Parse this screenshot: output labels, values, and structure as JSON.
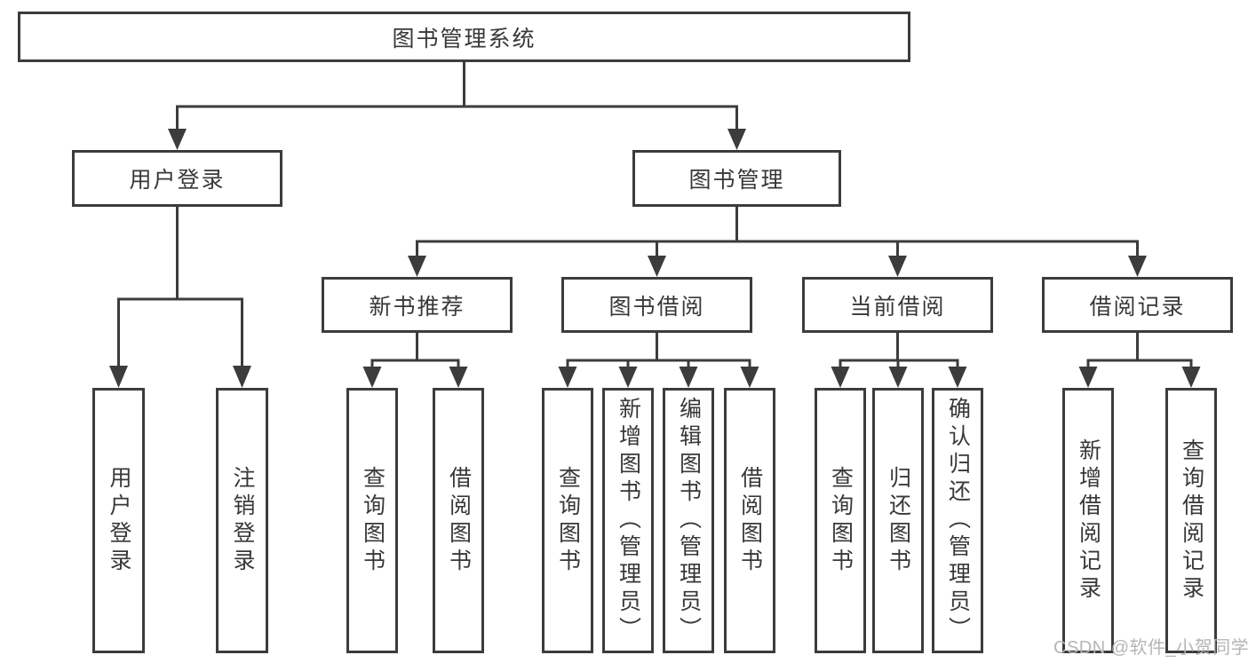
{
  "diagram": {
    "root": "图书管理系统",
    "branches": [
      {
        "label": "用户登录",
        "leaves": [
          "用户登录",
          "注销登录"
        ]
      },
      {
        "label": "图书管理",
        "groups": [
          {
            "label": "新书推荐",
            "leaves": [
              "查询图书",
              "借阅图书"
            ]
          },
          {
            "label": "图书借阅",
            "leaves": [
              "查询图书",
              "新增图书（管理员）",
              "编辑图书（管理员）",
              "借阅图书"
            ]
          },
          {
            "label": "当前借阅",
            "leaves": [
              "查询图书",
              "归还图书",
              "确认归还（管理员）"
            ]
          },
          {
            "label": "借阅记录",
            "leaves": [
              "新增借阅记录",
              "查询借阅记录"
            ]
          }
        ]
      }
    ]
  },
  "watermark": "CSDN @软件_小贺同学",
  "colors": {
    "line": "#3c3c3c",
    "box_border": "#3c3c3c",
    "text": "#383838",
    "background": "#ffffff",
    "watermark": "#b5b5b5"
  }
}
